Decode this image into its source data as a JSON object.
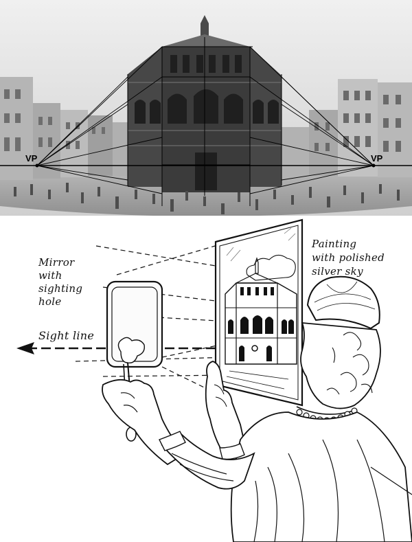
{
  "photo": {
    "vp_left_label": "VP",
    "vp_right_label": "VP"
  },
  "illustration": {
    "mirror_label_lines": [
      "Mirror",
      "with",
      "sighting",
      "hole"
    ],
    "painting_label_lines": [
      "Painting",
      "with polished",
      "silver sky"
    ],
    "sightline_label": "Sight line"
  },
  "colors": {
    "photo_sky": "#d9d9d9",
    "building_dark": "#3b3b3b",
    "line_ink": "#111111"
  }
}
